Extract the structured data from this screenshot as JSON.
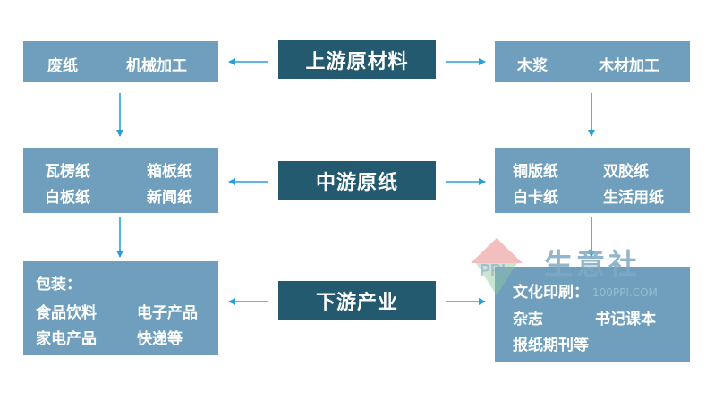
{
  "center_nodes": {
    "upstream": "上游原材料",
    "midstream": "中游原纸",
    "downstream": "下游产业"
  },
  "left_boxes": {
    "upstream": [
      "废纸",
      "机械加工"
    ],
    "midstream": [
      "瓦楞纸",
      "箱板纸",
      "白板纸",
      "新闻纸"
    ],
    "downstream": {
      "heading": "包装：",
      "items": [
        "食品饮料",
        "电子产品",
        "家电产品",
        "快递等"
      ]
    }
  },
  "right_boxes": {
    "upstream": [
      "木浆",
      "木材加工"
    ],
    "midstream": [
      "铜版纸",
      "双胶纸",
      "白卡纸",
      "生活用纸"
    ],
    "downstream": {
      "heading": "文化印刷：",
      "items": [
        "杂志",
        "书记课本",
        "报纸期刊等"
      ]
    }
  },
  "watermark": {
    "text": "生意社",
    "logo": "PPI",
    "url": "100PPI.COM"
  },
  "colors": {
    "box": "#6f9fbd",
    "center": "#245a70",
    "arrow": "#2a9fd6",
    "watermark": "#7fa9c4"
  }
}
